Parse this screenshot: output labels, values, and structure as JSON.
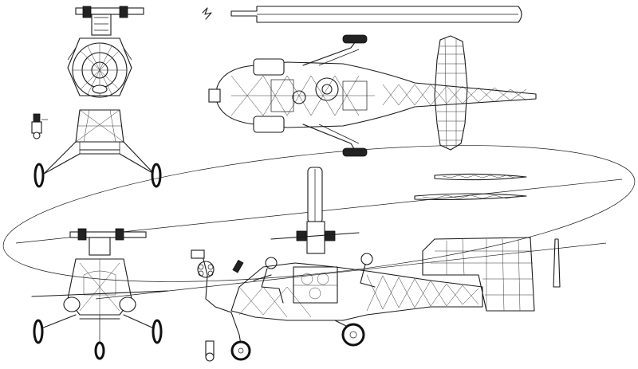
{
  "drawing": {
    "subject": "",
    "views": [
      "front-view-top",
      "front-gear-view",
      "top-view",
      "front-view-bottom",
      "side-view"
    ]
  }
}
